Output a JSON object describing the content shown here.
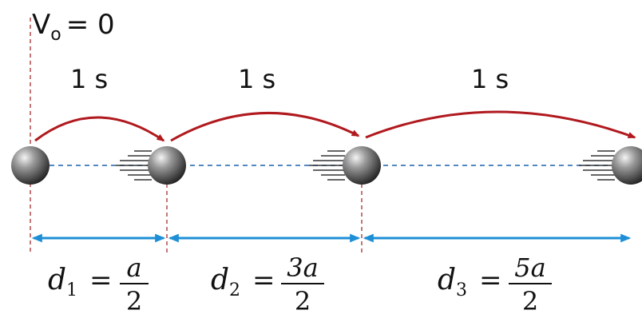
{
  "initial_velocity": {
    "symbol": "V",
    "subscript": "o",
    "equals": "= 0"
  },
  "time_intervals": [
    {
      "label": "1 s"
    },
    {
      "label": "1 s"
    },
    {
      "label": "1 s"
    }
  ],
  "distances": [
    {
      "var": "d",
      "sub": "1",
      "equals": "=",
      "numerator": "a",
      "denominator": "2"
    },
    {
      "var": "d",
      "sub": "2",
      "equals": "=",
      "numerator": "3a",
      "denominator": "2"
    },
    {
      "var": "d",
      "sub": "3",
      "equals": "=",
      "numerator": "5a",
      "denominator": "2"
    }
  ],
  "colors": {
    "arc": "#b0191e",
    "distance_arrow": "#1e8fd6",
    "dashed_line": "#3d78b8",
    "guide_line": "#b04a4a",
    "ball_dark": "#2a2a2a",
    "ball_light": "#f0f0f0",
    "speed_lines": "#333333"
  }
}
